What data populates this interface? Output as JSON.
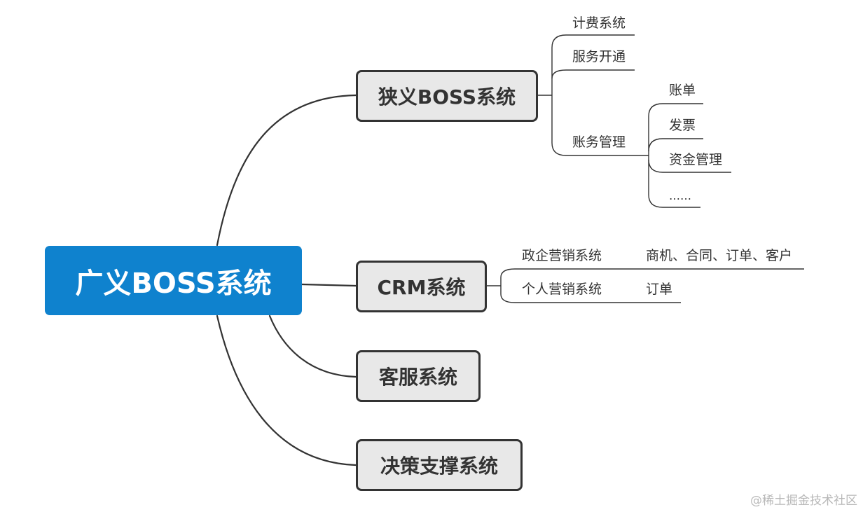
{
  "root": {
    "label": "广义BOSS系统"
  },
  "branches": {
    "narrow": {
      "label": "狭义BOSS系统",
      "children": {
        "billing": "计费系统",
        "provisioning": "服务开通",
        "accounting": {
          "label": "账务管理",
          "children": [
            "账单",
            "发票",
            "资金管理",
            "……"
          ]
        }
      }
    },
    "crm": {
      "label": "CRM系统",
      "children": [
        {
          "label": "政企营销系统",
          "detail": "商机、合同、订单、客户"
        },
        {
          "label": "个人营销系统",
          "detail": "订单"
        }
      ]
    },
    "service": {
      "label": "客服系统"
    },
    "decision": {
      "label": "决策支撑系统"
    }
  },
  "watermark": "@稀土掘金技术社区",
  "colors": {
    "root": "#0f82ce",
    "node_fill": "#e8e8e8",
    "line": "#333333"
  }
}
